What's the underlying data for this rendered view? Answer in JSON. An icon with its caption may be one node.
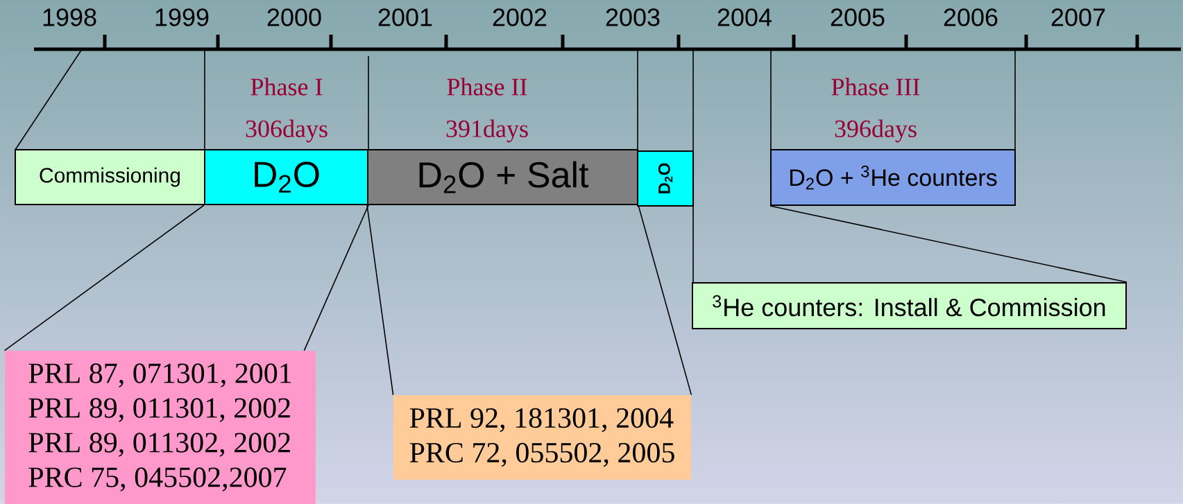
{
  "diagram": {
    "nodes": [
      {
        "text": [
          "Commissioning"
        ]
      },
      {
        "text": [
          "D$_{2}$O"
        ],
        "beside": [
          "Phase I",
          "306days"
        ]
      },
      {
        "text": [
          "D$_{2}$O + Salt"
        ],
        "beside": [
          "Phase II",
          "391days"
        ]
      },
      {
        "text": [
          "D$_{2}$O"
        ]
      },
      {
        "text": [
          "D$_{2}$O + $^{3}$He counters"
        ],
        "beside": [
          "Phase III",
          "396days"
        ]
      },
      {
        "text": [
          "$^{3}$He counters: Install & Commission"
        ]
      },
      {
        "text": [
          "PRL 87, 071301, 2001",
          "PRL 89, 011301, 2002",
          "PRL 89, 011302, 2002",
          "PRC 75, 045502,2007"
        ]
      },
      {
        "text": [
          "PRL 92, 181301, 2004",
          "PRC 72, 055502, 2005"
        ]
      }
    ],
    "edges": [
      {
        "from": 1,
        "to": 6,
        "arrow": "none"
      },
      {
        "from": 1,
        "to": 6,
        "arrow": "none"
      },
      {
        "from": 2,
        "to": 7,
        "arrow": "none"
      },
      {
        "from": 2,
        "to": 7,
        "arrow": "none"
      },
      {
        "from": 4,
        "to": 5,
        "arrow": "none"
      }
    ],
    "labels": [
      "1998",
      "1999",
      "2000",
      "2001",
      "2002",
      "2003",
      "2004",
      "2005",
      "2006",
      "2007"
    ]
  }
}
